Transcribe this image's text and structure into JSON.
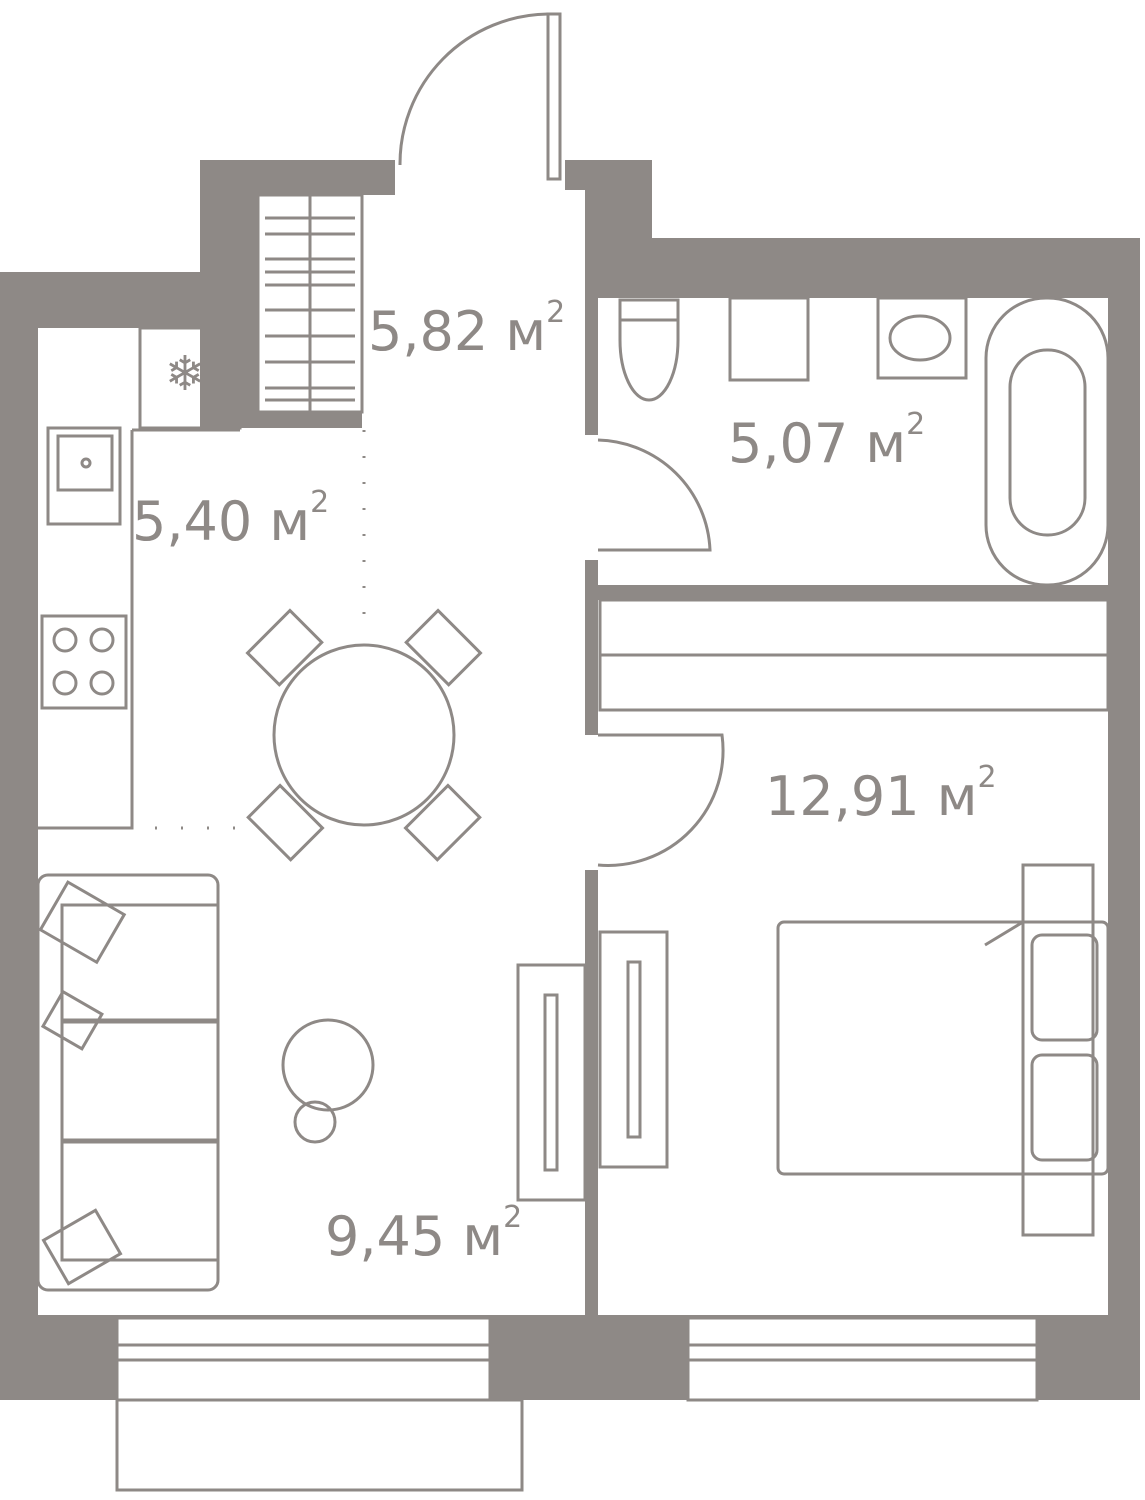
{
  "rooms": [
    {
      "name": "hallway",
      "area": "5,82 м",
      "sup": "2"
    },
    {
      "name": "bathroom",
      "area": "5,07 м",
      "sup": "2"
    },
    {
      "name": "kitchen",
      "area": "5,40 м",
      "sup": "2"
    },
    {
      "name": "bedroom",
      "area": "12,91 м",
      "sup": "2"
    },
    {
      "name": "living",
      "area": "9,45 м",
      "sup": "2"
    }
  ],
  "colors": {
    "wall": "#8e8986"
  }
}
